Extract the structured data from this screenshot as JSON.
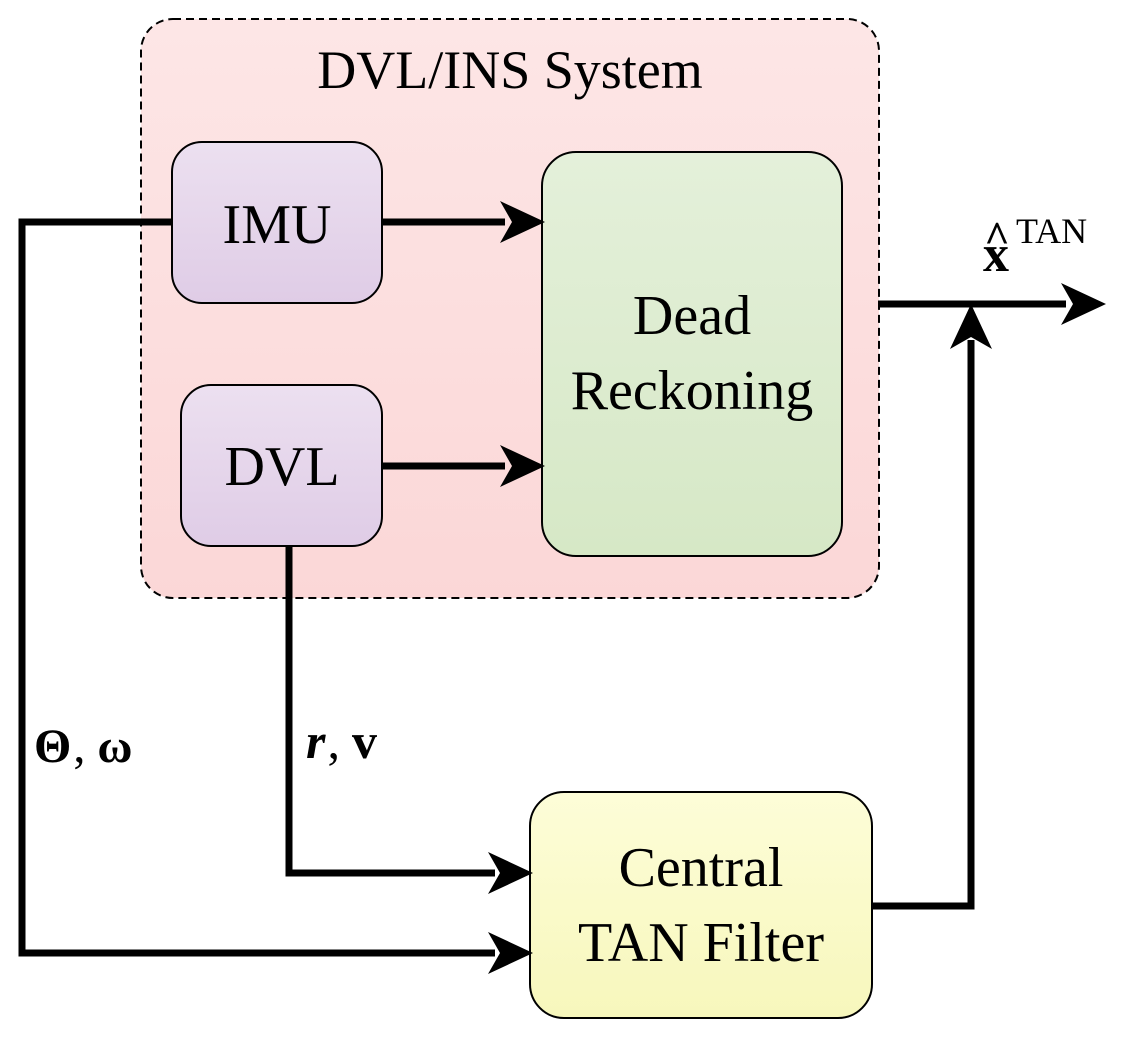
{
  "system": {
    "title": "DVL/INS System"
  },
  "blocks": {
    "imu": "IMU",
    "dvl": "DVL",
    "dead_reckoning": {
      "line1": "Dead",
      "line2": "Reckoning"
    },
    "tan_filter": {
      "line1": "Central",
      "line2": "TAN Filter"
    }
  },
  "signals": {
    "imu_outputs": {
      "theta": "Θ",
      "separator": ",",
      "omega": "ω"
    },
    "dvl_outputs": {
      "r": "r",
      "separator": ",",
      "v": "v"
    },
    "output": {
      "symbol": "x",
      "hat": "^",
      "superscript": "TAN"
    }
  },
  "colors": {
    "system_fill": "#fde0e0",
    "sensor_fill": "#e6d4ea",
    "dead_reckoning_fill": "#dcebd0",
    "filter_fill": "#fbfbc8",
    "line": "#000000"
  }
}
